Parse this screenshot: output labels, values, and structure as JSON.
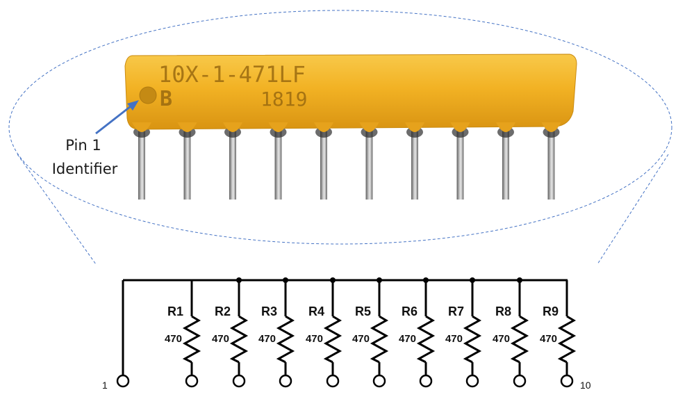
{
  "component": {
    "marking_line1": "10X-1-471LF",
    "marking_logo": "B",
    "marking_line2": "1819",
    "body_color": "#f2b224",
    "lead_count": 10
  },
  "callout": {
    "line1": "Pin 1",
    "line2": "Identifier",
    "arrow_color": "#4472c4"
  },
  "schematic": {
    "resistors": [
      {
        "name": "R1",
        "value": "470"
      },
      {
        "name": "R2",
        "value": "470"
      },
      {
        "name": "R3",
        "value": "470"
      },
      {
        "name": "R4",
        "value": "470"
      },
      {
        "name": "R5",
        "value": "470"
      },
      {
        "name": "R6",
        "value": "470"
      },
      {
        "name": "R7",
        "value": "470"
      },
      {
        "name": "R8",
        "value": "470"
      },
      {
        "name": "R9",
        "value": "470"
      }
    ],
    "pin_first": "1",
    "pin_last": "10",
    "dashed_color": "#4472c4"
  }
}
